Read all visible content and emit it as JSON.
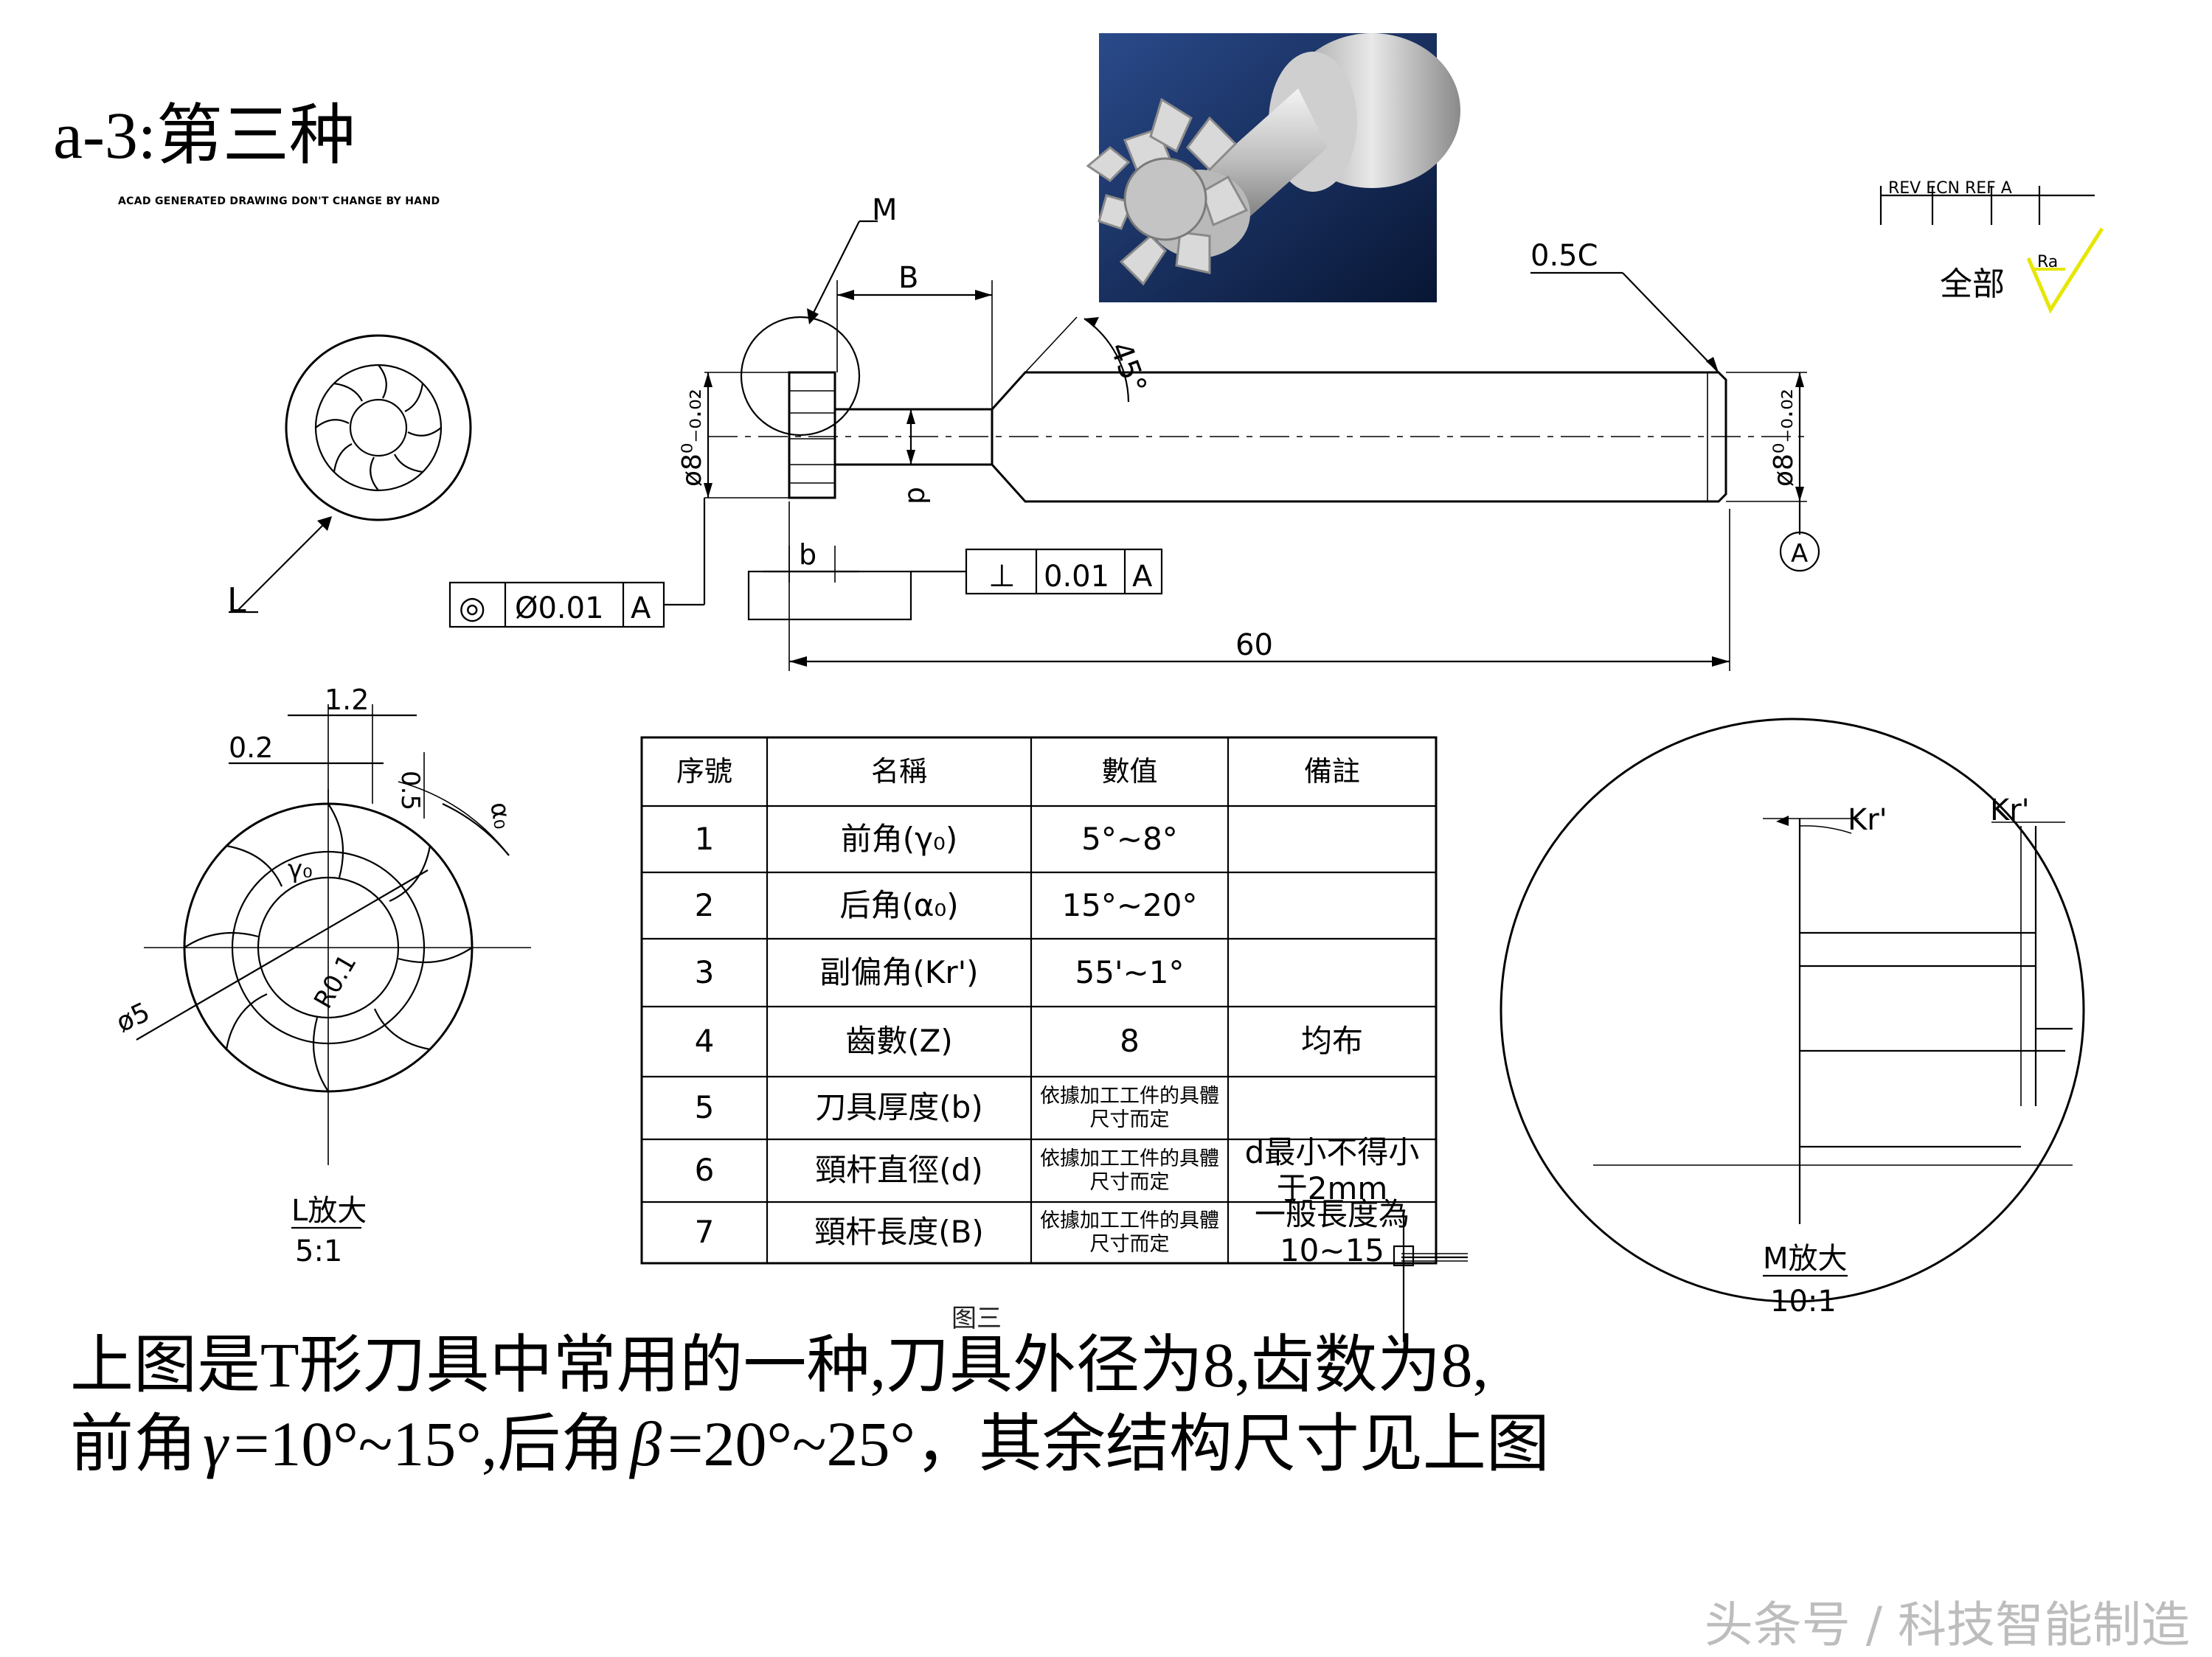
{
  "header": {
    "title": "a-3:第三种",
    "small_note": "ACAD GENERATED DRAWING DON'T CHANGE BY HAND"
  },
  "drawing": {
    "callouts": {
      "detail_m": "M",
      "detail_l": "L",
      "dim_b_upper": "B",
      "dim_b_lower": "b",
      "dim_d": "d",
      "dia_left": "ø8⁰₋₀.₀₂",
      "dia_right": "ø8⁰₋₀.₀₂",
      "chamfer_angle": "45°",
      "chamfer": "0.5C",
      "total_length": "60",
      "datum": "A",
      "roughness": "全部",
      "revision_block": "REV  ECN  REF  A"
    },
    "tolerances": {
      "concentricity": {
        "symbol": "◎",
        "value": "Ø0.01",
        "datum": "A"
      },
      "perpendicularity": {
        "symbol": "⊥",
        "value": "0.01",
        "datum": "A"
      }
    },
    "section_view": {
      "dim_1": "1.2",
      "dim_2": "0.2",
      "dim_3": "0.5",
      "gamma_label": "γ₀",
      "alpha_label": "α₀",
      "diameter": "ø5",
      "radius": "R0.1",
      "caption_top": "L放大",
      "caption_bottom": "5:1"
    },
    "detail_view": {
      "kr_left": "Kr'",
      "kr_right": "Kr'",
      "caption_top": "M放大",
      "caption_bottom": "10:1"
    }
  },
  "table": {
    "headers": [
      "序號",
      "名稱",
      "數值",
      "備註"
    ],
    "rows": [
      [
        "1",
        "前角(γ₀)",
        "5°~8°",
        ""
      ],
      [
        "2",
        "后角(α₀)",
        "15°~20°",
        ""
      ],
      [
        "3",
        "副偏角(Kr')",
        "55'~1°",
        ""
      ],
      [
        "4",
        "齒數(Z)",
        "8",
        "均布"
      ],
      [
        "5",
        "刀具厚度(b)",
        "依據加工工件的具體尺寸而定",
        ""
      ],
      [
        "6",
        "頸杆直徑(d)",
        "依據加工工件的具體尺寸而定",
        "d最小不得小于2mm"
      ],
      [
        "7",
        "頸杆長度(B)",
        "依據加工工件的具體尺寸而定",
        "一般長度為10~15"
      ]
    ]
  },
  "figure_label": "图三",
  "caption": {
    "line1": "上图是T形刀具中常用的一种,刀具外径为8,齿数为8,",
    "line2_a": "前角",
    "line2_sym1": "γ",
    "line2_b": "=10°~15°,后角",
    "line2_sym2": "β",
    "line2_c": "=20°~25°，其余结构尺寸见上图"
  },
  "watermark": "头条号 / 科技智能制造",
  "colors": {
    "render_bg_top": "#1f3a73",
    "render_bg_bottom": "#0b1a3f",
    "ink": "#000000",
    "roughness_mark": "#e6e600",
    "watermark": "#bdbdbd"
  }
}
